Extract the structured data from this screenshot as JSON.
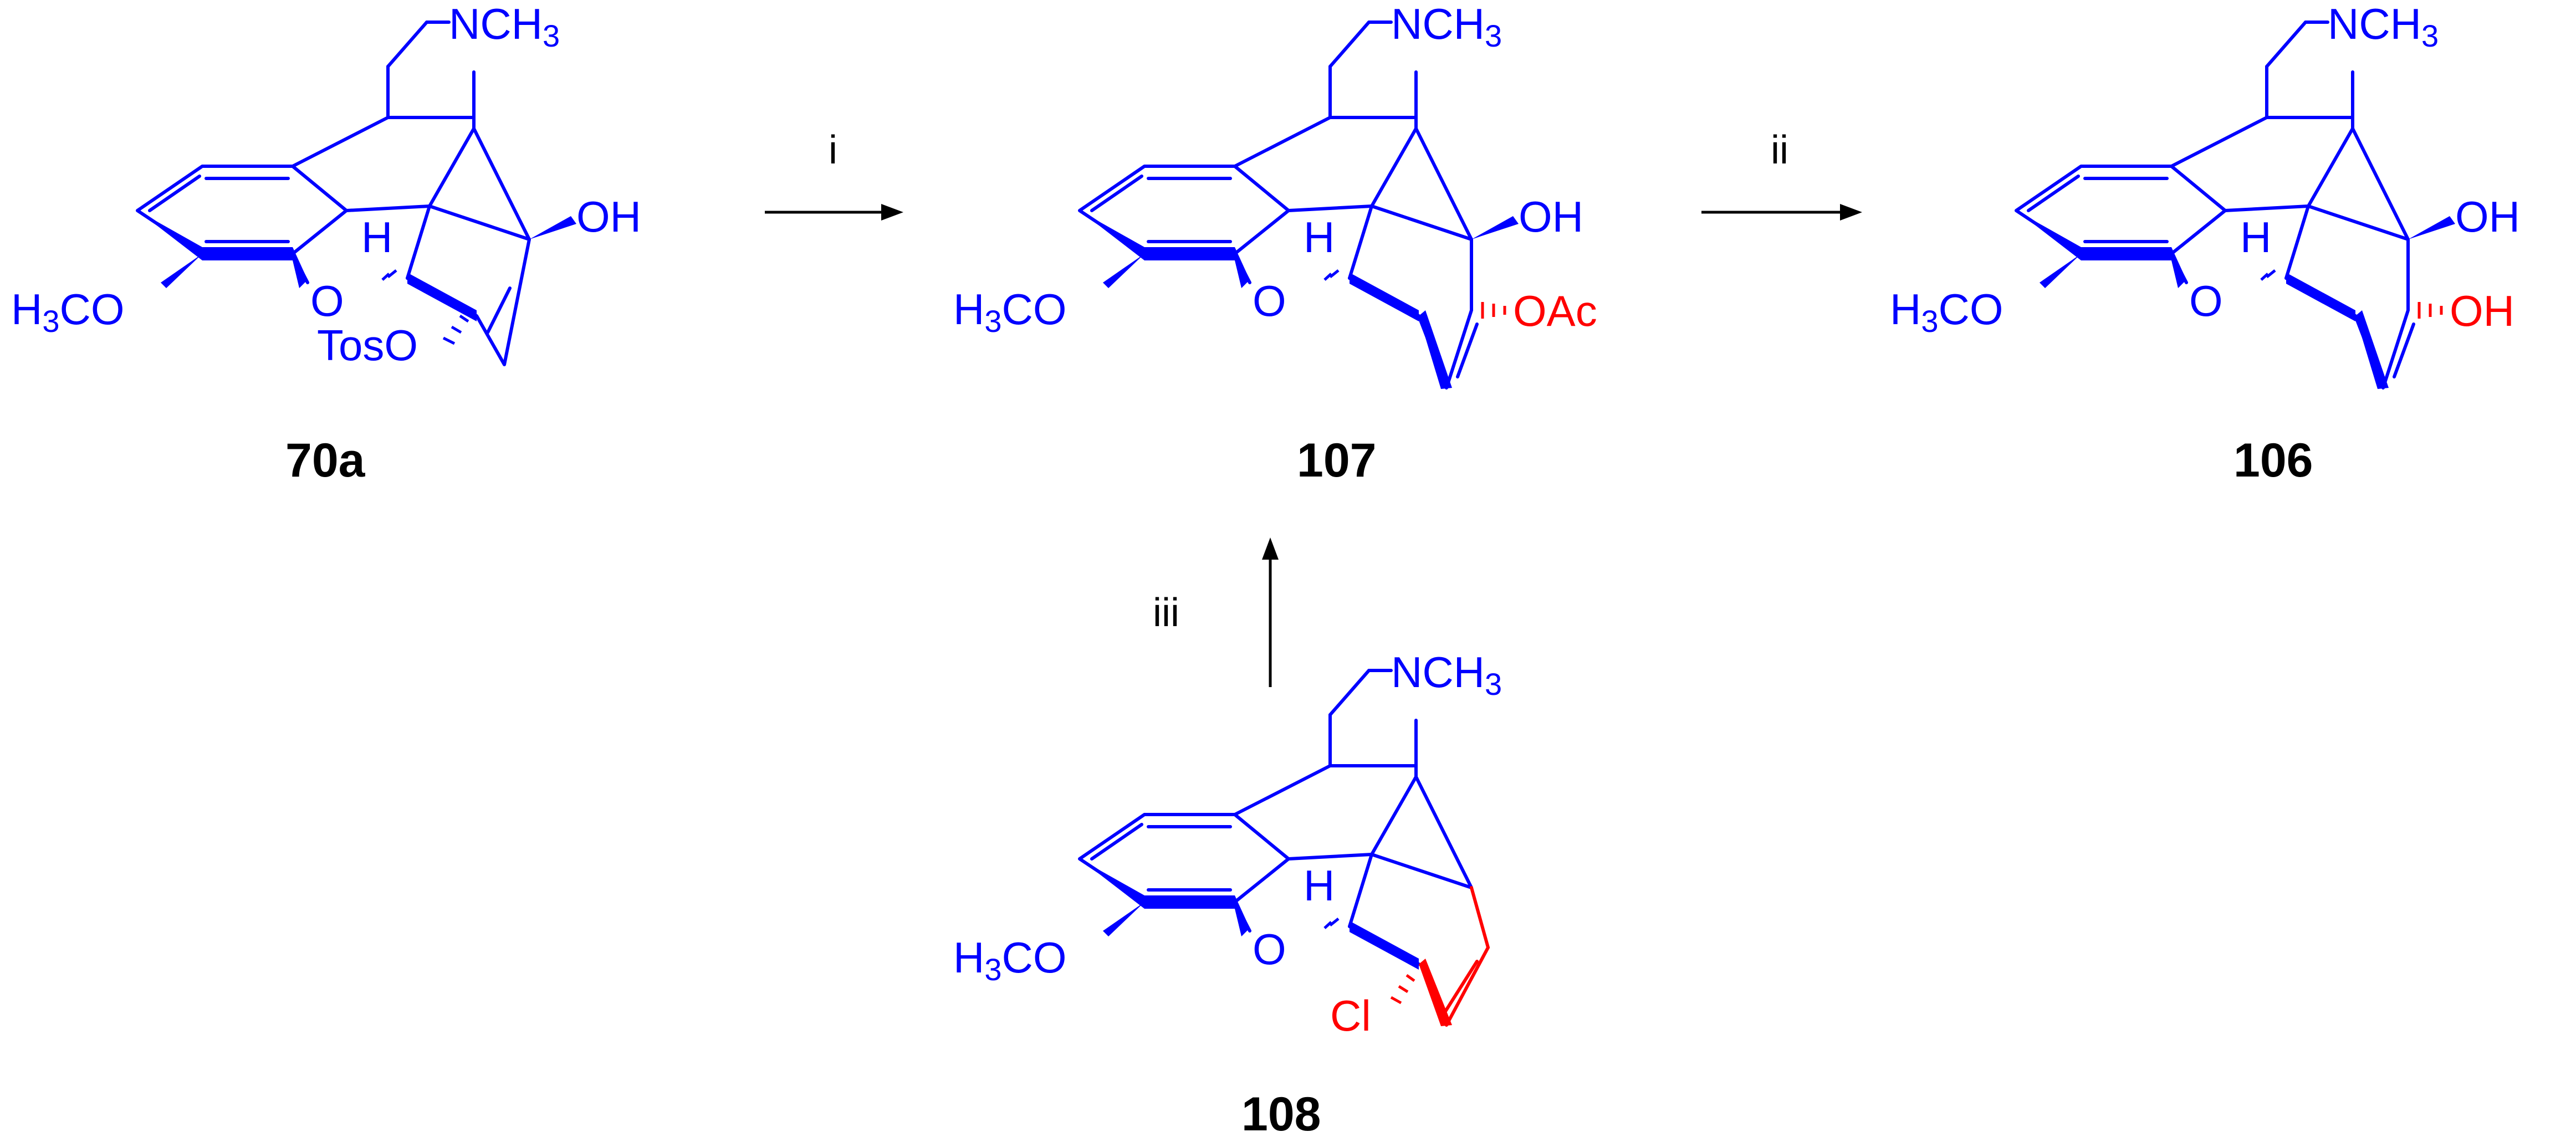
{
  "compounds": {
    "c70a": {
      "id": "70a",
      "labels": {
        "nch3": "NCH3",
        "oh": "OH",
        "h": "H",
        "o": "O",
        "h3co": "H3CO",
        "toso": "TosO"
      }
    },
    "c107": {
      "id": "107",
      "labels": {
        "nch3": "NCH3",
        "oh": "OH",
        "h": "H",
        "o": "O",
        "h3co": "H3CO",
        "oac": "OAc"
      }
    },
    "c106": {
      "id": "106",
      "labels": {
        "nch3": "NCH3",
        "oh_top": "OH",
        "h": "H",
        "o": "O",
        "h3co": "H3CO",
        "oh_enol": "OH"
      }
    },
    "c108": {
      "id": "108",
      "labels": {
        "nch3": "NCH3",
        "h": "H",
        "o": "O",
        "h3co": "H3CO",
        "cl": "Cl"
      }
    }
  },
  "reagents": {
    "step1": "i",
    "step2": "ii",
    "step3": "iii"
  },
  "colors": {
    "structure": "#0000ff",
    "highlight": "#ff0000",
    "text": "#000000"
  }
}
